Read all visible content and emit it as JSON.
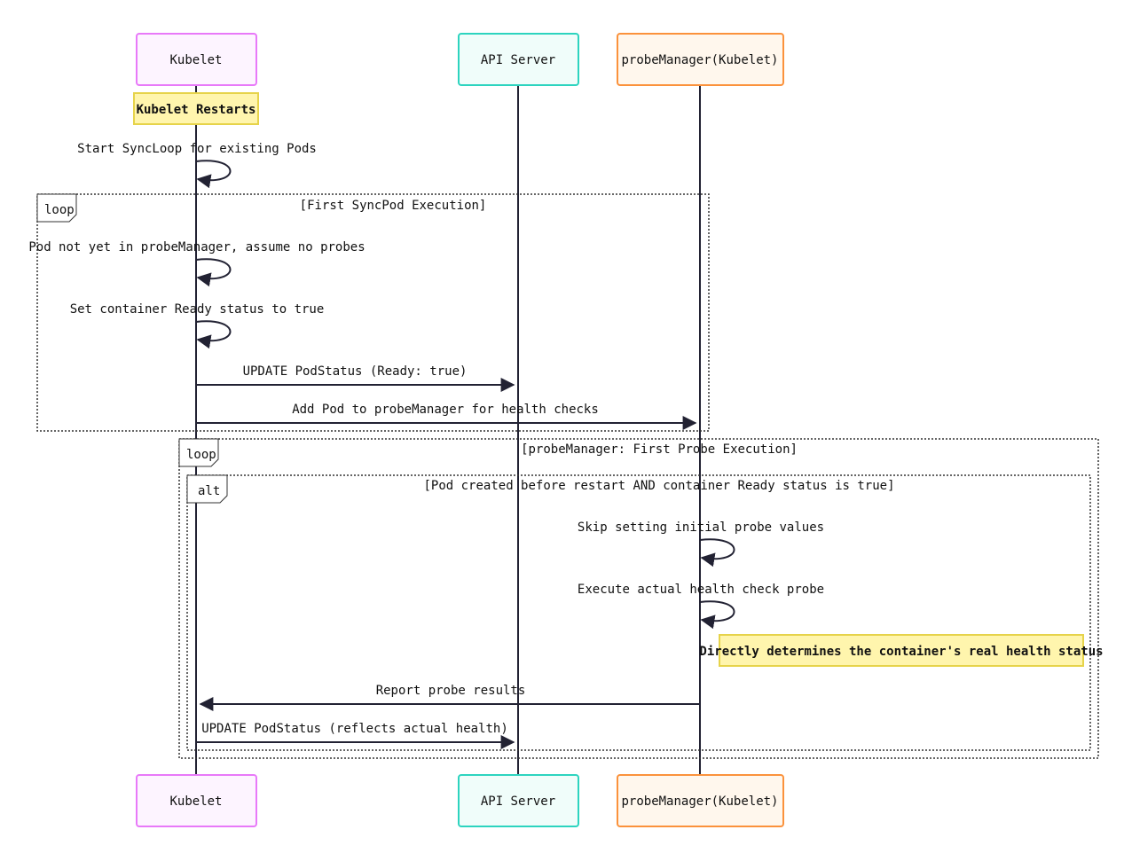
{
  "actors": [
    {
      "id": "kubelet",
      "label": "Kubelet",
      "border": "#e879f9",
      "fill": "#fdf4ff"
    },
    {
      "id": "api",
      "label": "API Server",
      "border": "#2dd4bf",
      "fill": "#f0fdfa"
    },
    {
      "id": "probe",
      "label": "probeManager(Kubelet)",
      "border": "#fb923c",
      "fill": "#fff7ed"
    }
  ],
  "notes": {
    "restart": "Kubelet Restarts",
    "real_health": "Directly determines the container's real health status"
  },
  "frames": {
    "loop1": {
      "tag": "loop",
      "condition": "[First SyncPod Execution]"
    },
    "loop2": {
      "tag": "loop",
      "condition": "[probeManager: First Probe Execution]"
    },
    "alt": {
      "tag": "alt",
      "condition": "[Pod created before restart AND container Ready status is true]"
    }
  },
  "messages": {
    "m1": "Start SyncLoop for existing Pods",
    "m2": "Pod not yet in probeManager, assume no probes",
    "m3": "Set container Ready status to true",
    "m4": "UPDATE PodStatus (Ready: true)",
    "m5": "Add Pod to probeManager for health checks",
    "m6": "Skip setting initial probe values",
    "m7": "Execute actual health check probe",
    "m8": "Report probe results",
    "m9": "UPDATE PodStatus (reflects actual health)"
  },
  "colors": {
    "line": "#222233",
    "note_fill": "#fff5ad",
    "note_border": "#e6d34a"
  }
}
